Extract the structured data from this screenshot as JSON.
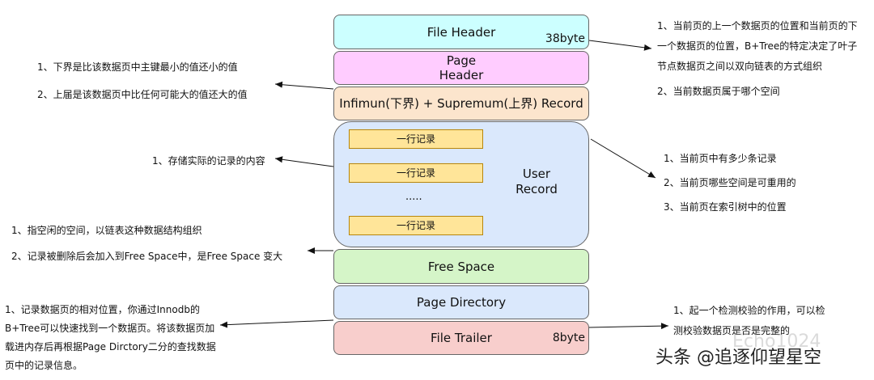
{
  "blocks": {
    "file_header": {
      "label": "File Header",
      "size": "38byte",
      "color": "#ccffff"
    },
    "page_header": {
      "line1": "Page",
      "line2": "Header",
      "color": "#ffccff"
    },
    "inf_sup": {
      "label": "Infimun(下界) + Supremum(上界) Record",
      "color": "#fce5cd"
    },
    "user_records": {
      "label_line1": "User",
      "label_line2": "Record",
      "color": "#dae8fc",
      "rows": [
        "一行记录",
        "一行记录",
        "一行记录"
      ],
      "ellipsis": "....."
    },
    "free_space": {
      "label": "Free Space",
      "color": "#d5f5c8"
    },
    "page_directory": {
      "label": "Page Directory",
      "color": "#dae8fc"
    },
    "file_trailer": {
      "label": "File Trailer",
      "size": "8byte",
      "color": "#f8cecc"
    }
  },
  "notes": {
    "file_header": {
      "line1": "1、当前页的上一个数据页的位置和当前页的下",
      "line2": "一个数据页的位置，B+Tree的特定决定了叶子",
      "line3": "节点数据页之间以双向链表的方式组织",
      "line4": "2、当前数据页属于哪个空间"
    },
    "inf_sup": {
      "line1": "1、下界是比该数据页中主键最小的值还小的值",
      "line2": "2、上届是该数据页中比任何可能大的值还大的值"
    },
    "user_records": {
      "line1": "1、存储实际的记录的内容"
    },
    "page_header": {
      "line1": "1、当前页中有多少条记录",
      "line2": "2、当前页哪些空间是可重用的",
      "line3": "3、当前页在索引树中的位置"
    },
    "free_space": {
      "line1": "1、指空闲的空间，以链表这种数据结构组织",
      "line2": "2、记录被删除后会加入到Free Space中，是Free Space 变大"
    },
    "page_directory": {
      "line1": "1、记录数据页的相对位置，你通过Innodb的",
      "line2": "B+Tree可以快速找到一个数据页。将该数据页加",
      "line3": "载进内存后再根据Page Dirctory二分的查找数据",
      "line4": "页中的记录信息。"
    },
    "file_trailer": {
      "line1": "1、起一个检测校验的作用，可以检",
      "line2": "测校验数据页是否是完整的"
    }
  },
  "watermark": {
    "text": "头条 @追逐仰望星空",
    "faint_text": "Echo1024"
  }
}
